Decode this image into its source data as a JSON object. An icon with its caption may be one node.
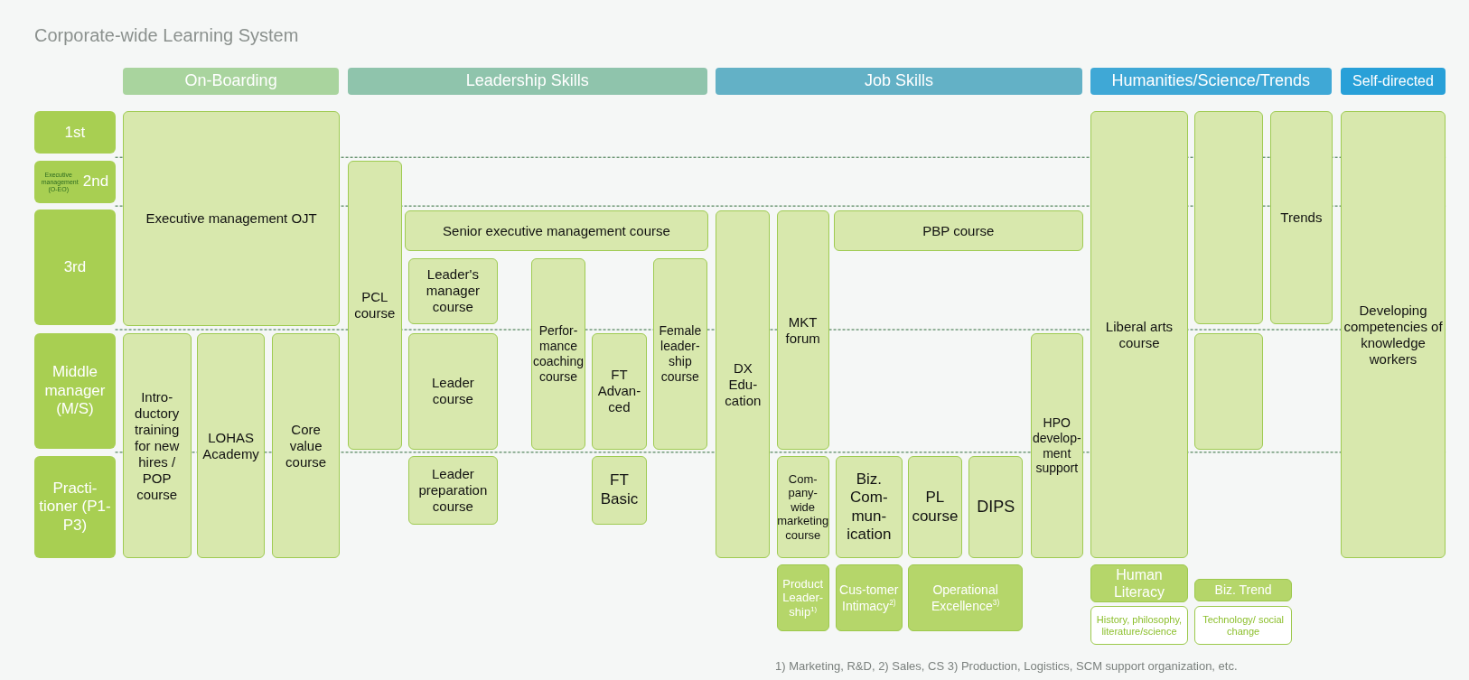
{
  "diagram": {
    "title": "Corporate-wide Learning System",
    "caption": "1) Marketing, R&D, 2) Sales, CS 3) Production, Logistics, SCM support organization, etc.",
    "nodes": [
      {
        "text": [
          "On-Boarding"
        ]
      },
      {
        "text": [
          "Leadership Skills"
        ]
      },
      {
        "text": [
          "Job Skills"
        ]
      },
      {
        "text": [
          "Humanities/Science/Trends"
        ]
      },
      {
        "text": [
          "Self-directed"
        ]
      },
      {
        "text": [
          "1st"
        ]
      },
      {
        "text": [
          "Executive management (O-EO)",
          "2nd"
        ]
      },
      {
        "text": [
          "3rd"
        ]
      },
      {
        "text": [
          "Middle manager (M/S)"
        ]
      },
      {
        "text": [
          "Practi-tioner (P1-P3)"
        ]
      },
      {
        "text": [
          "Executive management OJT"
        ]
      },
      {
        "text": [
          "Liberal arts course"
        ]
      },
      {
        "text": [],
        "shape": "box"
      },
      {
        "text": [
          "Trends"
        ]
      },
      {
        "text": [
          "Developing competencies of knowledge workers"
        ]
      },
      {
        "text": [
          "PCL course"
        ]
      },
      {
        "text": [
          "Senior executive management course"
        ]
      },
      {
        "text": [
          "DX Edu-cation"
        ]
      },
      {
        "text": [
          "MKT forum"
        ]
      },
      {
        "text": [
          "PBP course"
        ]
      },
      {
        "text": [
          "Leader's manager course"
        ]
      },
      {
        "text": [
          "Perfor-mance coaching course"
        ]
      },
      {
        "text": [
          "Female leader-ship course"
        ]
      },
      {
        "text": [
          "Intro-ductory training for new hires / POP course"
        ]
      },
      {
        "text": [
          "LOHAS Academy"
        ]
      },
      {
        "text": [
          "Core value course"
        ]
      },
      {
        "text": [
          "Leader course"
        ]
      },
      {
        "text": [
          "FT Advan-ced"
        ]
      },
      {
        "text": [
          "HPO develop-ment support"
        ]
      },
      {
        "text": [],
        "shape": "box"
      },
      {
        "text": [
          "Leader preparation course"
        ]
      },
      {
        "text": [
          "FT Basic"
        ]
      },
      {
        "text": [
          "Com-pany-wide marketing course"
        ]
      },
      {
        "text": [
          "Biz. Com-mun-ication"
        ]
      },
      {
        "text": [
          "PL course"
        ]
      },
      {
        "text": [
          "DIPS"
        ]
      },
      {
        "text": [
          "Product Leader-ship$^{1)}$"
        ]
      },
      {
        "text": [
          "Cus-tomer Intimacy$^{2)}$"
        ]
      },
      {
        "text": [
          "Operational Excellence$^{3)}$"
        ]
      },
      {
        "text": [
          "Human Literacy"
        ]
      },
      {
        "text": [
          "History, philosophy, literature/science"
        ]
      },
      {
        "text": [
          "Biz. Trend"
        ]
      },
      {
        "text": [
          "Technology/ social change"
        ]
      }
    ]
  }
}
